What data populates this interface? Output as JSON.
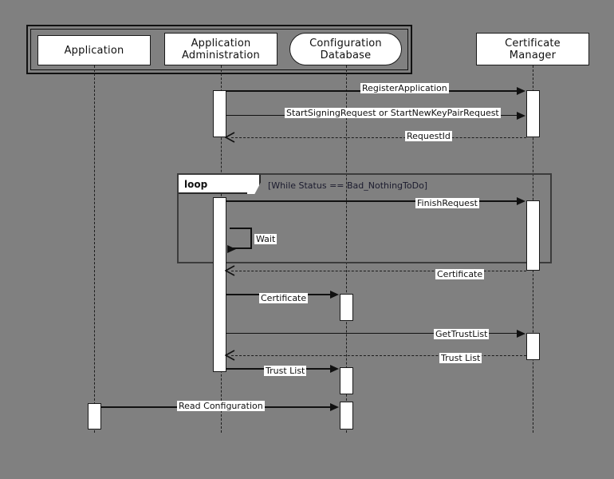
{
  "diagram": {
    "type": "uml-sequence-diagram",
    "background_color": "#808080",
    "line_color": "#111111",
    "box_fill": "#ffffff"
  },
  "participants": [
    {
      "id": "application",
      "label": "Application",
      "shape": "rect"
    },
    {
      "id": "application_admin",
      "label": "Application\nAdministration",
      "shape": "rect"
    },
    {
      "id": "config_db",
      "label": "Configuration\nDatabase",
      "shape": "rounded"
    },
    {
      "id": "certificate_manager",
      "label": "Certificate\nManager",
      "shape": "rect"
    }
  ],
  "participant_labels": {
    "application_l1": "Application",
    "application_admin_l1": "Application",
    "application_admin_l2": "Administration",
    "config_db_l1": "Configuration",
    "config_db_l2": "Database",
    "certificate_manager_l1": "Certificate",
    "certificate_manager_l2": "Manager"
  },
  "fragment": {
    "keyword": "loop",
    "guard": "[While Status == Bad_NothingToDo]"
  },
  "messages": [
    {
      "id": "m1",
      "label": "RegisterApplication",
      "from": "application_admin",
      "to": "certificate_manager",
      "kind": "sync"
    },
    {
      "id": "m2",
      "label": "StartSigningRequest or StartNewKeyPairRequest",
      "from": "application_admin",
      "to": "certificate_manager",
      "kind": "sync"
    },
    {
      "id": "m3",
      "label": "RequestId",
      "from": "certificate_manager",
      "to": "application_admin",
      "kind": "return"
    },
    {
      "id": "m4",
      "label": "FinishRequest",
      "from": "application_admin",
      "to": "certificate_manager",
      "kind": "sync"
    },
    {
      "id": "m5",
      "label": "Wait",
      "from": "application_admin",
      "to": "application_admin",
      "kind": "self"
    },
    {
      "id": "m6",
      "label": "Certificate",
      "from": "certificate_manager",
      "to": "application_admin",
      "kind": "return"
    },
    {
      "id": "m7",
      "label": "Certificate",
      "from": "application_admin",
      "to": "config_db",
      "kind": "sync"
    },
    {
      "id": "m8",
      "label": "GetTrustList",
      "from": "application_admin",
      "to": "certificate_manager",
      "kind": "sync"
    },
    {
      "id": "m9",
      "label": "Trust List",
      "from": "certificate_manager",
      "to": "application_admin",
      "kind": "return"
    },
    {
      "id": "m10",
      "label": "Trust List",
      "from": "application_admin",
      "to": "config_db",
      "kind": "sync"
    },
    {
      "id": "m11",
      "label": "Read Configuration",
      "from": "application",
      "to": "config_db",
      "kind": "sync"
    }
  ]
}
